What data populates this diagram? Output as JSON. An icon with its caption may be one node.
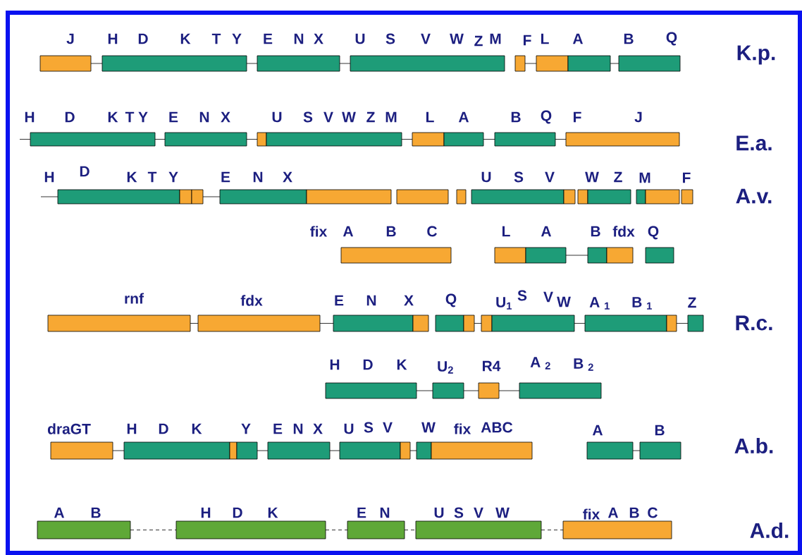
{
  "diagram": {
    "labels": [
      "J",
      "H",
      "D",
      "K",
      "T",
      "Y",
      "E",
      "N",
      "X",
      "U",
      "S",
      "V",
      "W",
      "Z",
      "M",
      "F",
      "L",
      "A",
      "B",
      "Q",
      "K.p.",
      "H",
      "D",
      "K",
      "T",
      "Y",
      "E",
      "N",
      "X",
      "U",
      "S",
      "V",
      "W",
      "Z",
      "M",
      "L",
      "A",
      "B",
      "Q",
      "F",
      "J",
      "E.a.",
      "H",
      "D",
      "K",
      "T",
      "Y",
      "E",
      "N",
      "X",
      "U",
      "S",
      "V",
      "W",
      "Z",
      "M",
      "F",
      "A.v.",
      "fix",
      "A",
      "B",
      "C",
      "L",
      "A",
      "B",
      "fdx",
      "Q",
      "rnf",
      "fdx",
      "E",
      "N",
      "X",
      "Q",
      "U$_{1}$",
      "S",
      "V",
      "W",
      "A $_{1}$",
      "B $_{1}$",
      "Z",
      "R.c.",
      "H",
      "D",
      "K",
      "U$_{2}$",
      "R4",
      "A $_{2}$",
      "B $_{2}$",
      "draGT",
      "H",
      "D",
      "K",
      "Y",
      "E",
      "N",
      "X",
      "U",
      "S",
      "V",
      "W",
      "fix",
      "ABC",
      "A",
      "B",
      "A.b.",
      "A",
      "B",
      "H",
      "D",
      "K",
      "E",
      "N",
      "U",
      "S",
      "V",
      "W",
      "fix",
      "A",
      "B",
      "C",
      "A.d."
    ]
  }
}
